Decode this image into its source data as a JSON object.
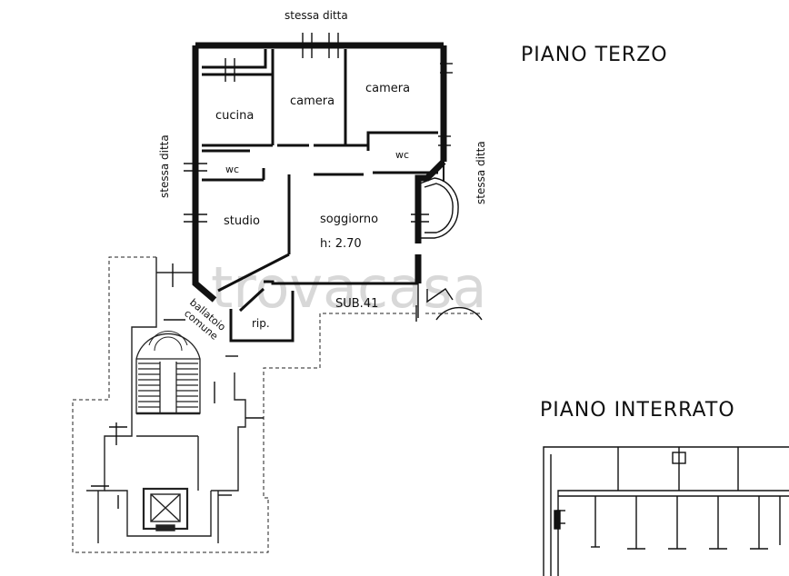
{
  "titles": {
    "piano_terzo": "PIANO TERZO",
    "piano_interrato": "PIANO INTERRATO"
  },
  "neighbors": {
    "top": "stessa ditta",
    "left": "stessa ditta",
    "right": "stessa ditta"
  },
  "rooms": {
    "cucina": "cucina",
    "camera_1": "camera",
    "camera_2": "camera",
    "wc_1": "wc",
    "wc_2": "wc",
    "studio": "studio",
    "soggiorno": "soggiorno",
    "height": "h: 2.70",
    "rip": "rip.",
    "ballatoio_1": "ballatoio",
    "ballatoio_2": "comune"
  },
  "unit": "SUB.41",
  "watermark": "trovacasa"
}
